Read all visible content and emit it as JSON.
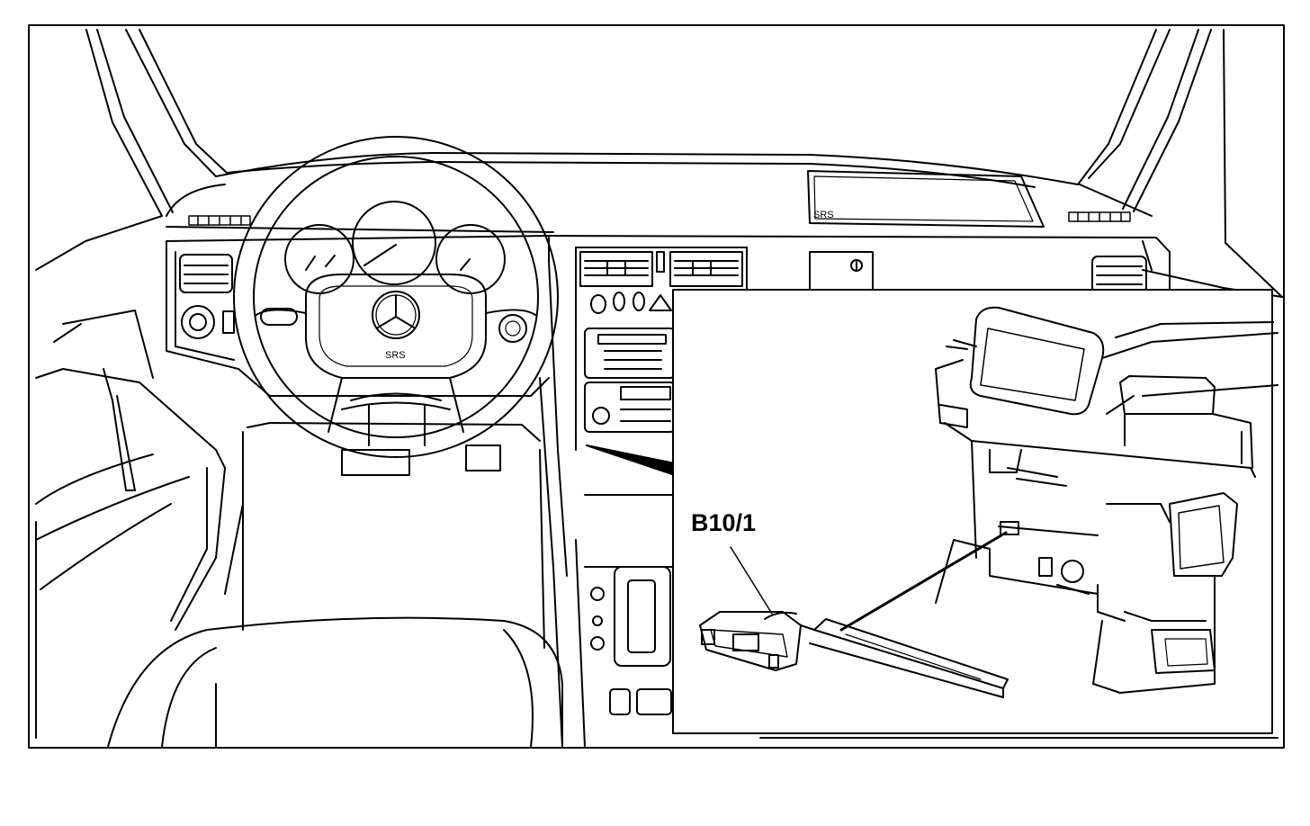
{
  "diagram": {
    "dashboard": {
      "airbag_label_passenger": "SRS",
      "airbag_label_steering": "SRS"
    },
    "inset": {
      "callout_label": "B10/1"
    }
  }
}
